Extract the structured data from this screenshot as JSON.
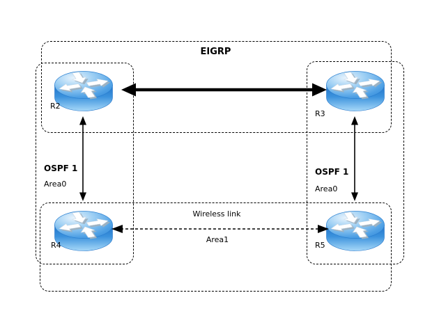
{
  "diagram_type": "network-topology",
  "containers": {
    "eigrp": {
      "label": "EIGRP"
    },
    "ospf_left": {
      "protocol_label": "OSPF 1",
      "area_label": "Area0"
    },
    "ospf_right": {
      "protocol_label": "OSPF 1",
      "area_label": "Area0"
    }
  },
  "routers": {
    "r2": {
      "label": "R2"
    },
    "r3": {
      "label": "R3"
    },
    "r4": {
      "label": "R4"
    },
    "r5": {
      "label": "R5"
    }
  },
  "links": {
    "eigrp_link": {
      "from": "R2",
      "to": "R3",
      "style": "thick-solid-double-arrow"
    },
    "ospf_left_link": {
      "from": "R2",
      "to": "R4",
      "style": "thin-solid-double-arrow"
    },
    "ospf_right_link": {
      "from": "R3",
      "to": "R5",
      "style": "thin-solid-double-arrow"
    },
    "wireless_link": {
      "from": "R4",
      "to": "R5",
      "style": "dashed-double-arrow",
      "label": "Wireless link",
      "area_label": "Area1"
    }
  },
  "colors": {
    "router_body_blue": "#3b92dd",
    "router_top_highlight": "#d9ecfb",
    "line_black": "#000000",
    "background": "#ffffff"
  }
}
